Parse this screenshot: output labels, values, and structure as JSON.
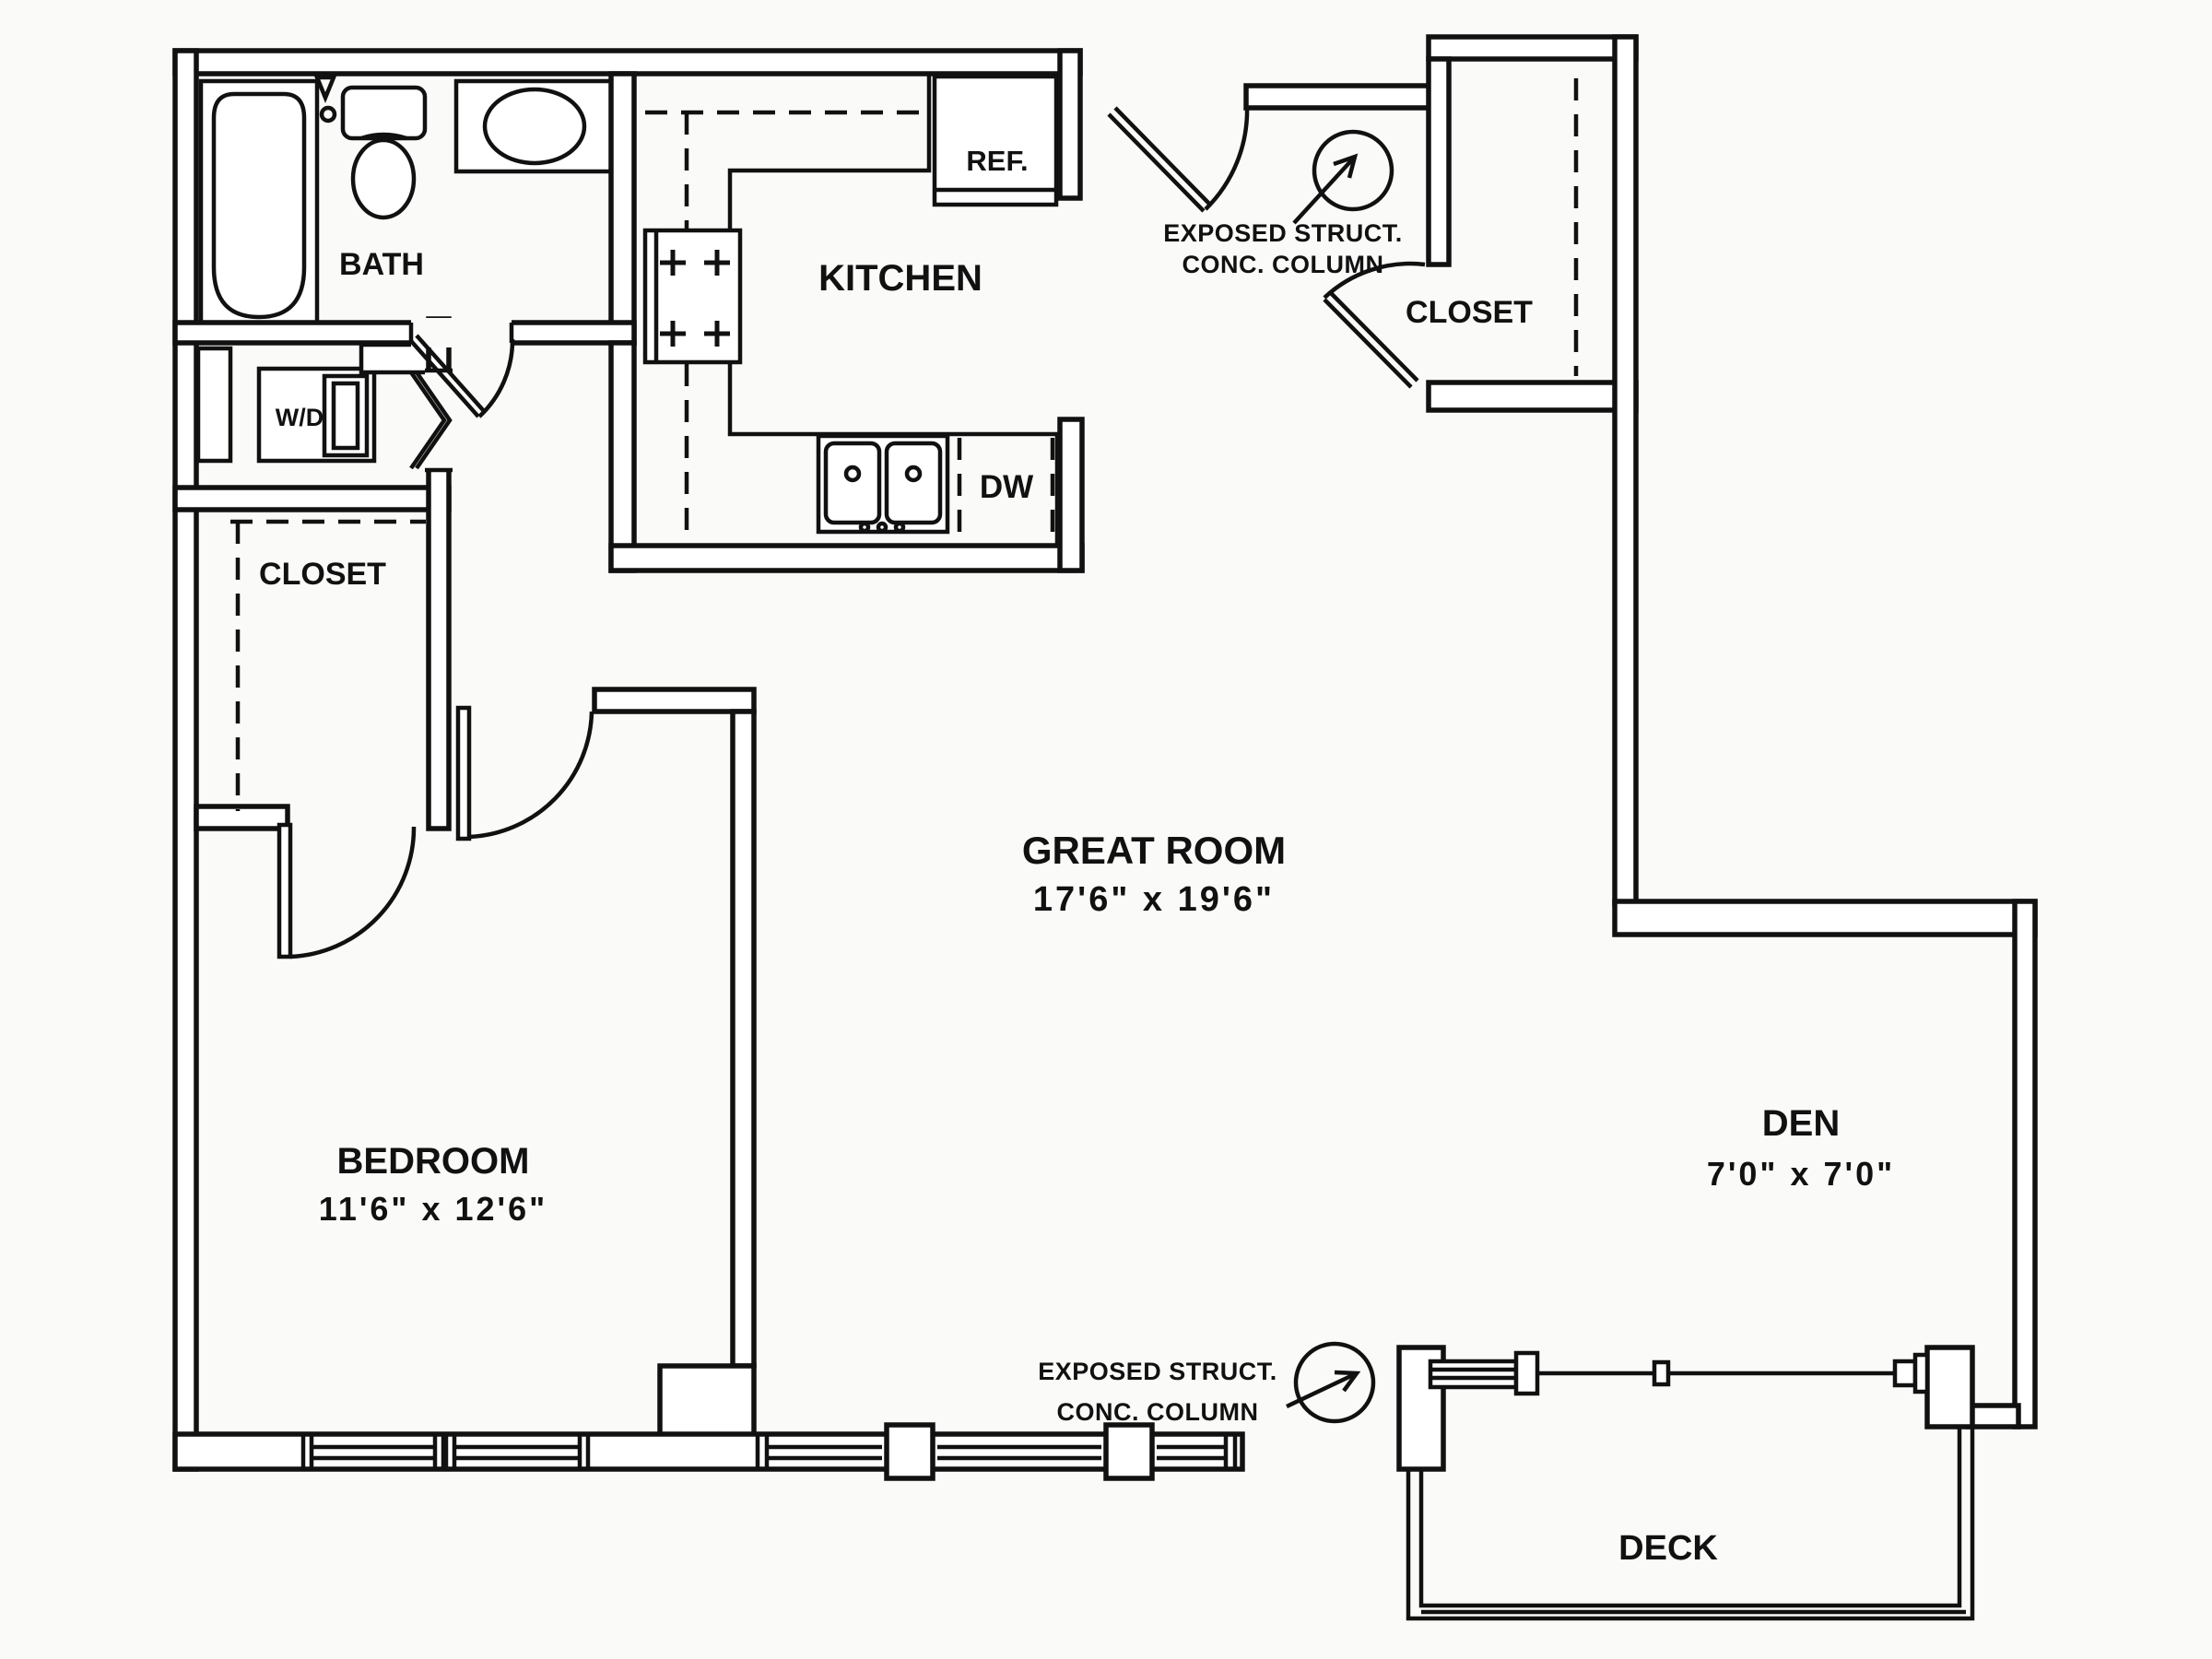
{
  "rooms": {
    "bath": "BATH",
    "laundry": "W/D",
    "closet_left": "CLOSET",
    "kitchen": "KITCHEN",
    "fridge": "REF.",
    "dishwasher": "DW",
    "entry_closet": "CLOSET",
    "great_room": {
      "name": "GREAT ROOM",
      "dims": "17'6\" x 19'6\""
    },
    "bedroom": {
      "name": "BEDROOM",
      "dims": "11'6\" x 12'6\""
    },
    "den": {
      "name": "DEN",
      "dims": "7'0\" x 7'0\""
    },
    "deck": "DECK"
  },
  "annotations": {
    "entry_column": {
      "line1": "EXPOSED STRUCT.",
      "line2": "CONC. COLUMN"
    },
    "deck_column": {
      "line1": "EXPOSED STRUCT.",
      "line2": "CONC. COLUMN"
    }
  },
  "colors": {
    "ink": "#111111",
    "paper": "#fafaf8"
  }
}
